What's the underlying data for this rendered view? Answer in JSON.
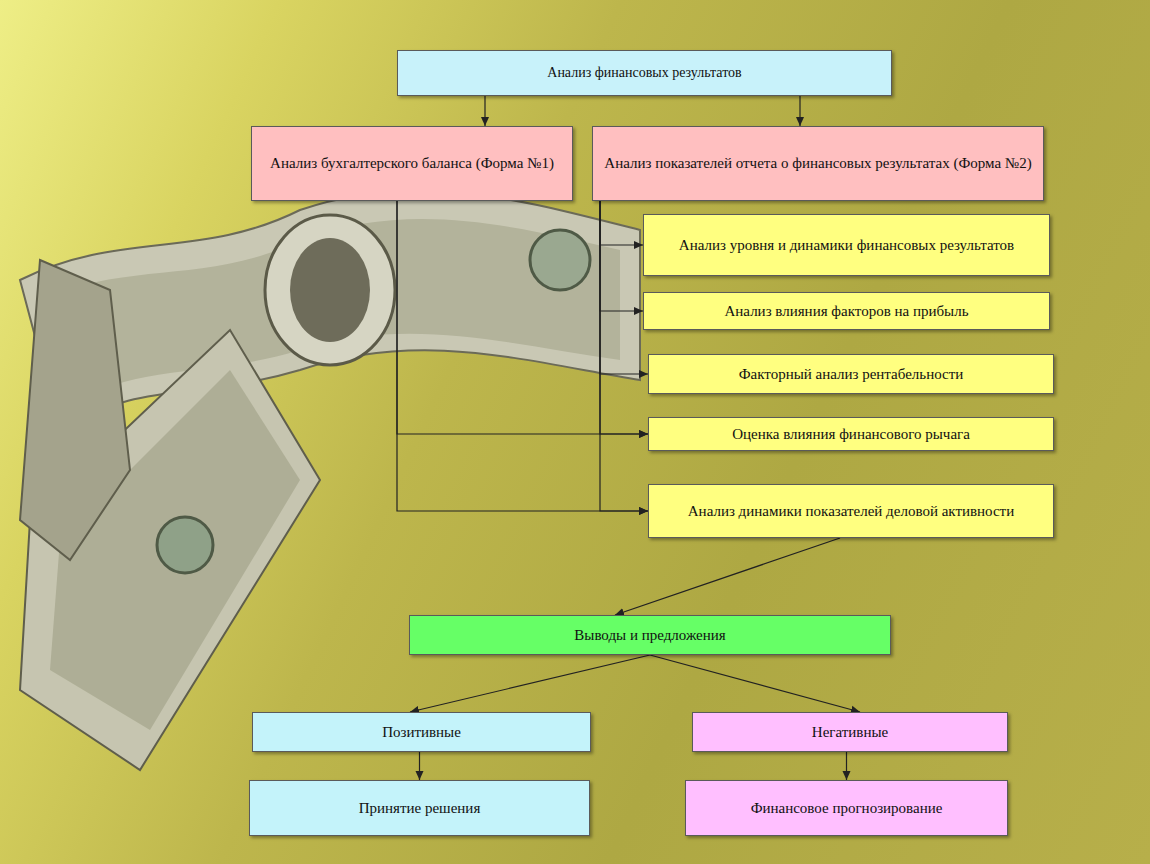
{
  "diagram": {
    "nodes": [
      {
        "text": [
          "Анализ финансовых результатов"
        ]
      },
      {
        "text": [
          "Анализ бухгалтерского баланса (Форма №1)"
        ]
      },
      {
        "text": [
          "Анализ показателей отчета о финансовых результатах (Форма №2)"
        ]
      },
      {
        "text": [
          "Анализ уровня и динамики финансовых результатов"
        ]
      },
      {
        "text": [
          "Анализ влияния факторов на прибыль"
        ]
      },
      {
        "text": [
          "Факторный анализ рентабельности"
        ]
      },
      {
        "text": [
          "Оценка влияния финансового рычага"
        ]
      },
      {
        "text": [
          "Анализ динамики показателей деловой активности"
        ]
      },
      {
        "text": [
          "Выводы и предложения"
        ]
      },
      {
        "text": [
          "Позитивные"
        ]
      },
      {
        "text": [
          "Негативные"
        ]
      },
      {
        "text": [
          "Принятие решения"
        ]
      },
      {
        "text": [
          "Финансовое прогнозирование"
        ]
      }
    ],
    "edges": [
      {
        "from": 0,
        "to": 1,
        "arrow": "to"
      },
      {
        "from": 0,
        "to": 2,
        "arrow": "to"
      },
      {
        "from": 1,
        "to": 6,
        "arrow": "to"
      },
      {
        "from": 1,
        "to": 7,
        "arrow": "to"
      },
      {
        "from": 2,
        "to": 3,
        "arrow": "to"
      },
      {
        "from": 2,
        "to": 4,
        "arrow": "to"
      },
      {
        "from": 2,
        "to": 5,
        "arrow": "to"
      },
      {
        "from": 2,
        "to": 6,
        "arrow": "to"
      },
      {
        "from": 2,
        "to": 7,
        "arrow": "to"
      },
      {
        "from": 7,
        "to": 8,
        "arrow": "to"
      },
      {
        "from": 8,
        "to": 9,
        "arrow": "to"
      },
      {
        "from": 8,
        "to": 10,
        "arrow": "to"
      },
      {
        "from": 9,
        "to": 11,
        "arrow": "to"
      },
      {
        "from": 10,
        "to": 12,
        "arrow": "to"
      }
    ]
  }
}
